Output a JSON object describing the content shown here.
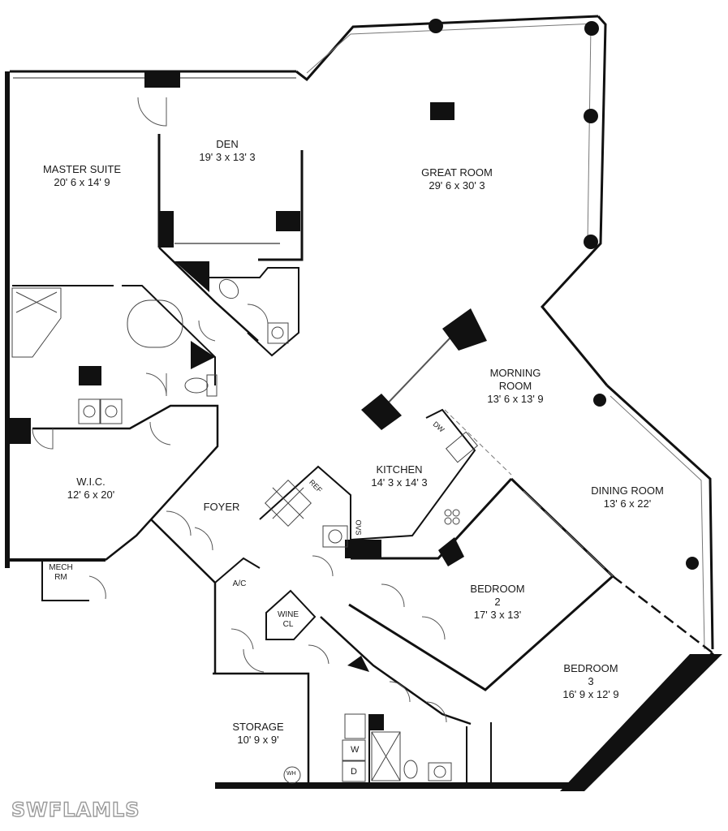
{
  "rooms": {
    "den": {
      "name": "DEN",
      "dims": "19' 3 x 13' 3"
    },
    "master_suite": {
      "name": "MASTER SUITE",
      "dims": "20' 6 x 14' 9"
    },
    "great_room": {
      "name": "GREAT ROOM",
      "dims": "29' 6 x 30' 3"
    },
    "morning_room": {
      "name": "MORNING",
      "name2": "ROOM",
      "dims": "13' 6 x 13' 9"
    },
    "kitchen": {
      "name": "KITCHEN",
      "dims": "14' 3 x 14' 3"
    },
    "dining_room": {
      "name": "DINING ROOM",
      "dims": "13' 6 x 22'"
    },
    "wic": {
      "name": "W.I.C.",
      "dims": "12' 6 x 20'"
    },
    "foyer": {
      "name": "FOYER"
    },
    "bedroom2": {
      "name": "BEDROOM",
      "number": "2",
      "dims": "17' 3 x 13'"
    },
    "bedroom3": {
      "name": "BEDROOM",
      "number": "3",
      "dims": "16' 9 x 12' 9"
    },
    "storage": {
      "name": "STORAGE",
      "dims": "10' 9 x 9'"
    },
    "mech": {
      "name": "MECH",
      "name2": "RM"
    },
    "ac": {
      "name": "A/C"
    },
    "wine": {
      "name": "WINE",
      "name2": "CL"
    }
  },
  "appliances": {
    "dishwasher": "DW",
    "refrigerator": "REF",
    "oven": "OVS",
    "water_heater": "WH",
    "washer": "W",
    "dryer": "D"
  },
  "watermark": "SWFLAMLS",
  "colors": {
    "wall": "#111111",
    "line": "#444444",
    "window": "#777777"
  }
}
